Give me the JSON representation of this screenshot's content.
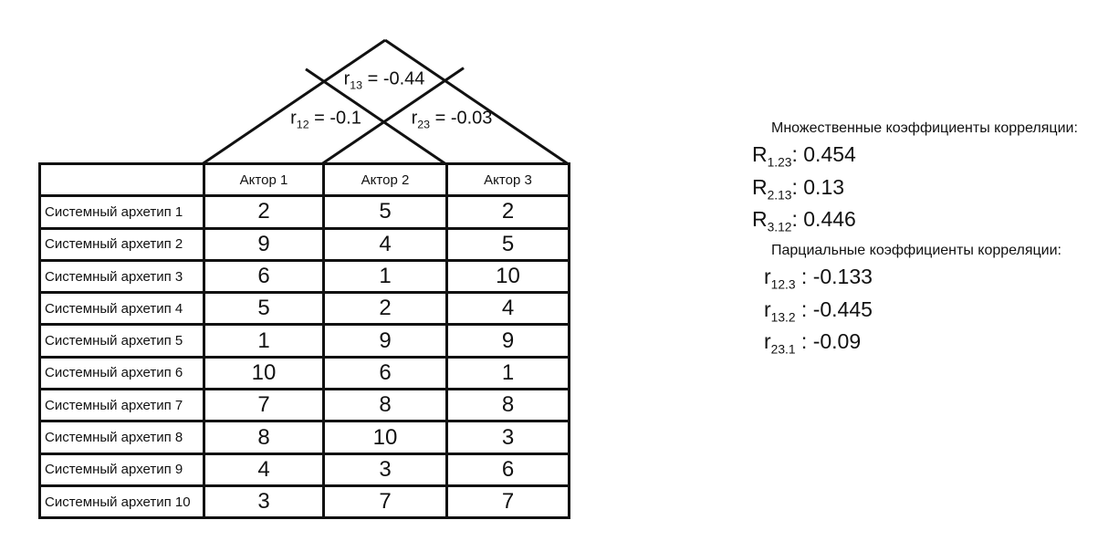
{
  "colors": {
    "ink": "#111111",
    "background": "#ffffff"
  },
  "roof": {
    "r13": {
      "sym": "r",
      "sub": "13",
      "rest": " = -0.44"
    },
    "r12": {
      "sym": "r",
      "sub": "12",
      "rest": " = -0.1"
    },
    "r23": {
      "sym": "r",
      "sub": "23",
      "rest": " = -0.03"
    }
  },
  "table": {
    "corner": "",
    "columns": [
      "Актор 1",
      "Актор 2",
      "Актор 3"
    ],
    "rows": [
      {
        "label": "Системный архетип 1",
        "values": [
          "2",
          "5",
          "2"
        ]
      },
      {
        "label": "Системный архетип 2",
        "values": [
          "9",
          "4",
          "5"
        ]
      },
      {
        "label": "Системный архетип 3",
        "values": [
          "6",
          "1",
          "10"
        ]
      },
      {
        "label": "Системный архетип 4",
        "values": [
          "5",
          "2",
          "4"
        ]
      },
      {
        "label": "Системный архетип 5",
        "values": [
          "1",
          "9",
          "9"
        ]
      },
      {
        "label": "Системный архетип 6",
        "values": [
          "10",
          "6",
          "1"
        ]
      },
      {
        "label": "Системный архетип 7",
        "values": [
          "7",
          "8",
          "8"
        ]
      },
      {
        "label": "Системный архетип 8",
        "values": [
          "8",
          "10",
          "3"
        ]
      },
      {
        "label": "Системный архетип 9",
        "values": [
          "4",
          "3",
          "6"
        ]
      },
      {
        "label": "Системный архетип 10",
        "values": [
          "3",
          "7",
          "7"
        ]
      }
    ]
  },
  "right_panel": {
    "multiple_title": "Множественные коэффициенты корреляции:",
    "multiple": [
      {
        "sym": "R",
        "sub": "1.23",
        "rest": ": 0.454"
      },
      {
        "sym": "R",
        "sub": "2.13",
        "rest": ": 0.13"
      },
      {
        "sym": "R",
        "sub": "3.12",
        "rest": ": 0.446"
      }
    ],
    "partial_title": "Парциальные коэффициенты корреляции:",
    "partial": [
      {
        "sym": "r",
        "sub": "12.3",
        "rest": " : -0.133"
      },
      {
        "sym": "r",
        "sub": "13.2",
        "rest": " : -0.445"
      },
      {
        "sym": "r",
        "sub": "23.1",
        "rest": " : -0.09"
      }
    ]
  }
}
